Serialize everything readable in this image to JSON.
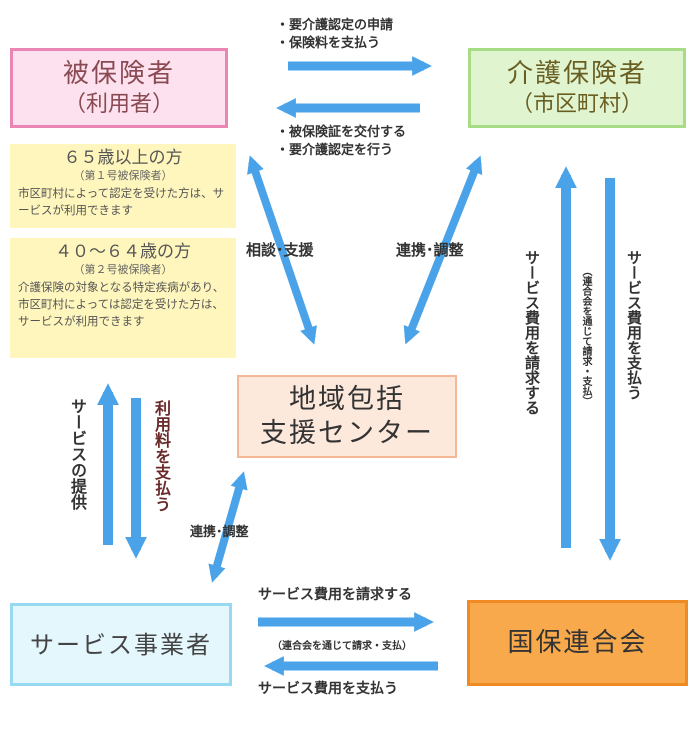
{
  "insured": {
    "title": "被保険者",
    "subtitle": "（利用者）"
  },
  "insurer": {
    "title": "介護保険者",
    "subtitle": "（市区町村）"
  },
  "center": {
    "line1": "地域包括",
    "line2": "支援センター"
  },
  "provider": {
    "title": "サービス事業者"
  },
  "kokuho": {
    "title": "国保連合会"
  },
  "info65": {
    "heading": "６５歳以上の方",
    "sub": "（第１号被保険者）",
    "body": "市区町村によって認定を受けた方は、サービスが利用できます"
  },
  "info40": {
    "heading": "４０～６４歳の方",
    "sub": "（第２号被保険者）",
    "body": "介護保険の対象となる特定疾病があり、市区町村によっては認定を受けた方は、サービスが利用できます"
  },
  "labels": {
    "top_right_1": "・要介護認定の申請",
    "top_right_2": "・保険料を支払う",
    "top_left_1": "・被保険証を交付する",
    "top_left_2": "・要介護認定を行う",
    "consult": "相談･支援",
    "coord_upper": "連携･調整",
    "coord_lower": "連携･調整",
    "svc_cost_claim_v": "サービス費用を請求する",
    "via_rengokai_v": "（連合会を通じて請求・支払）",
    "svc_cost_pay_v": "サービス費用を支払う",
    "svc_provide_v": "サービスの提供",
    "fee_pay_v": "利用料を支払う",
    "bottom_claim": "サービス費用を請求する",
    "bottom_via": "（連合会を通じて請求・支払）",
    "bottom_pay": "サービス費用を支払う"
  },
  "colors": {
    "arrow": "#4aa3e8",
    "fee_text": "#6b2a2a"
  }
}
